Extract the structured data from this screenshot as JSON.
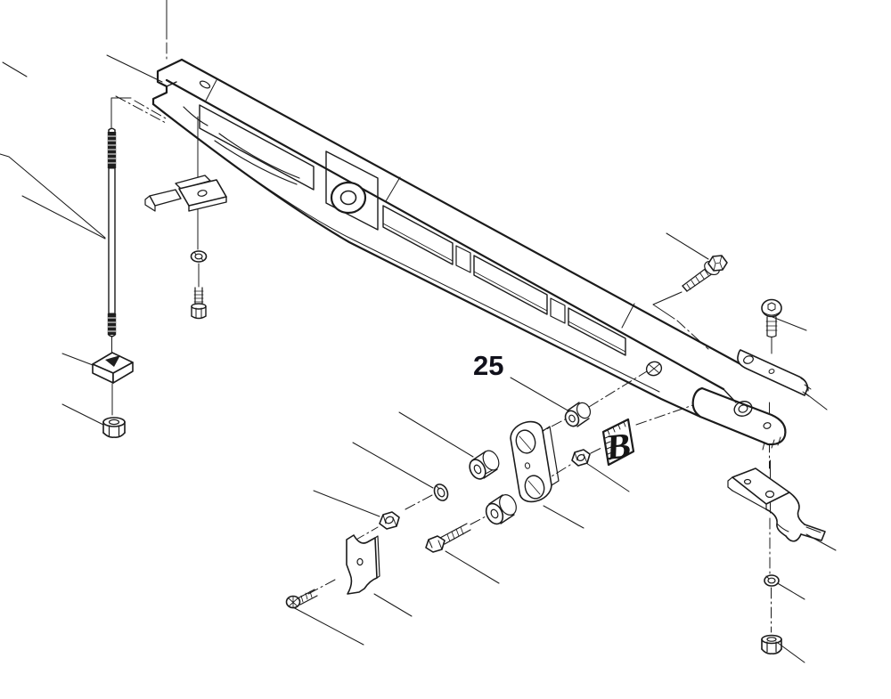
{
  "figure": {
    "type": "exploded-parts-diagram",
    "description": "Technical exploded view of a tapered tie-bar beam with fastener hardware",
    "colors": {
      "background": "#ffffff",
      "line": "#1b1b1b",
      "callout_text": "#10101a"
    },
    "callouts": {
      "item25": {
        "label": "25"
      },
      "tagB": {
        "label": "B"
      }
    },
    "parts": [
      {
        "name": "tie-bar-beam"
      },
      {
        "name": "threaded-rod"
      },
      {
        "name": "wedge-block"
      },
      {
        "name": "hex-nut-left"
      },
      {
        "name": "spring-clip-bracket"
      },
      {
        "name": "lock-washer-top"
      },
      {
        "name": "socket-head-bolt"
      },
      {
        "name": "flange-screw"
      },
      {
        "name": "notched-anchor-plate"
      },
      {
        "name": "hex-nut-center"
      },
      {
        "name": "lock-washer-center"
      },
      {
        "name": "spacer-front"
      },
      {
        "name": "spacer-rear"
      },
      {
        "name": "hex-cap-screw"
      },
      {
        "name": "link-plate"
      },
      {
        "name": "bushing-25"
      },
      {
        "name": "hex-nut-right-center"
      },
      {
        "name": "hex-flange-bolt"
      },
      {
        "name": "button-head-screw"
      },
      {
        "name": "strap-bar"
      },
      {
        "name": "z-bracket"
      },
      {
        "name": "lock-washer-bottom"
      },
      {
        "name": "hex-nut-bottom"
      }
    ]
  }
}
